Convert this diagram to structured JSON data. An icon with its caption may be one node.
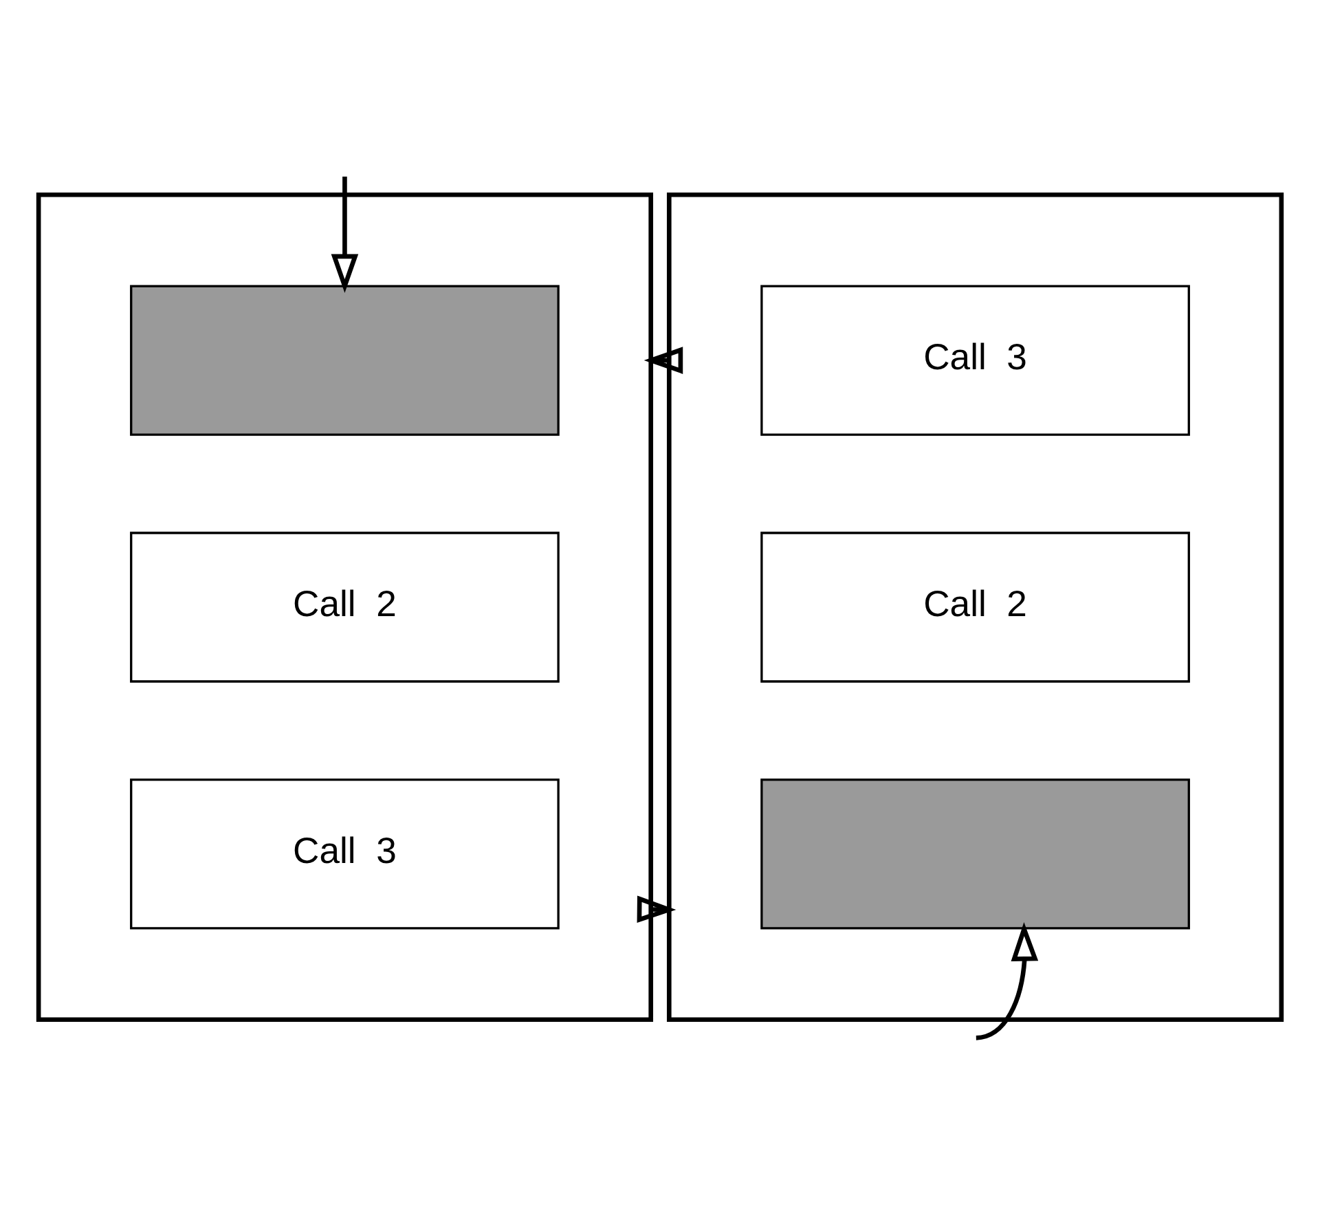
{
  "diagram": {
    "nodes": [
      {
        "text": [],
        "shape": "box"
      },
      {
        "text": [],
        "shape": "box",
        "in": 0
      },
      {
        "text": [
          "Call  2"
        ],
        "in": 0
      },
      {
        "text": [
          "Call  3"
        ],
        "in": 0
      },
      {
        "text": [],
        "shape": "box"
      },
      {
        "text": [
          "Call  3"
        ],
        "in": 4
      },
      {
        "text": [
          "Call  2"
        ],
        "in": 4
      },
      {
        "text": [],
        "shape": "box",
        "in": 4
      }
    ],
    "edges": [
      {
        "from": null,
        "to": 1,
        "arrow": "to"
      },
      {
        "from": 0,
        "to": 4,
        "arrow": "to"
      },
      {
        "from": 4,
        "to": 0,
        "arrow": "to"
      },
      {
        "from": null,
        "to": 7,
        "arrow": "to"
      }
    ]
  }
}
